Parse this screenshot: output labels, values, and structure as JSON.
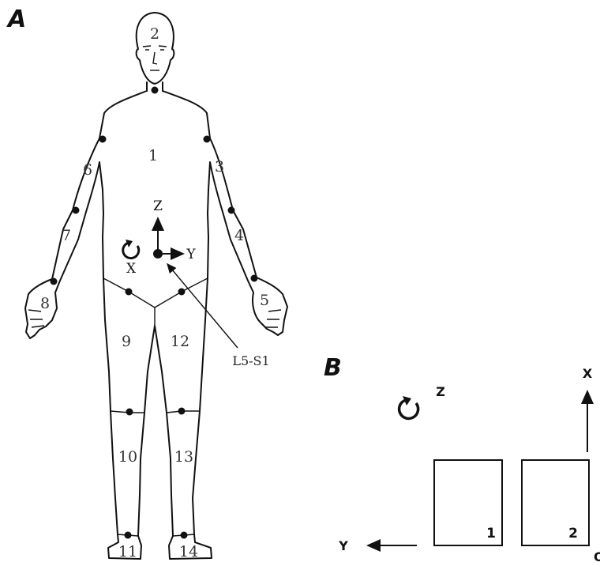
{
  "panels": {
    "a": "A",
    "b": "B"
  },
  "panel_a": {
    "segments": [
      "2",
      "1",
      "6",
      "3",
      "7",
      "4",
      "8",
      "5",
      "9",
      "12",
      "10",
      "13",
      "11",
      "14"
    ],
    "axes": {
      "z": "Z",
      "y": "Y",
      "x": "X"
    },
    "callout": "L5-S1"
  },
  "panel_b": {
    "rotation_label": "Z",
    "axes": {
      "x": "X",
      "y": "Y",
      "origin": "O"
    },
    "boxes": [
      "1",
      "2"
    ]
  }
}
